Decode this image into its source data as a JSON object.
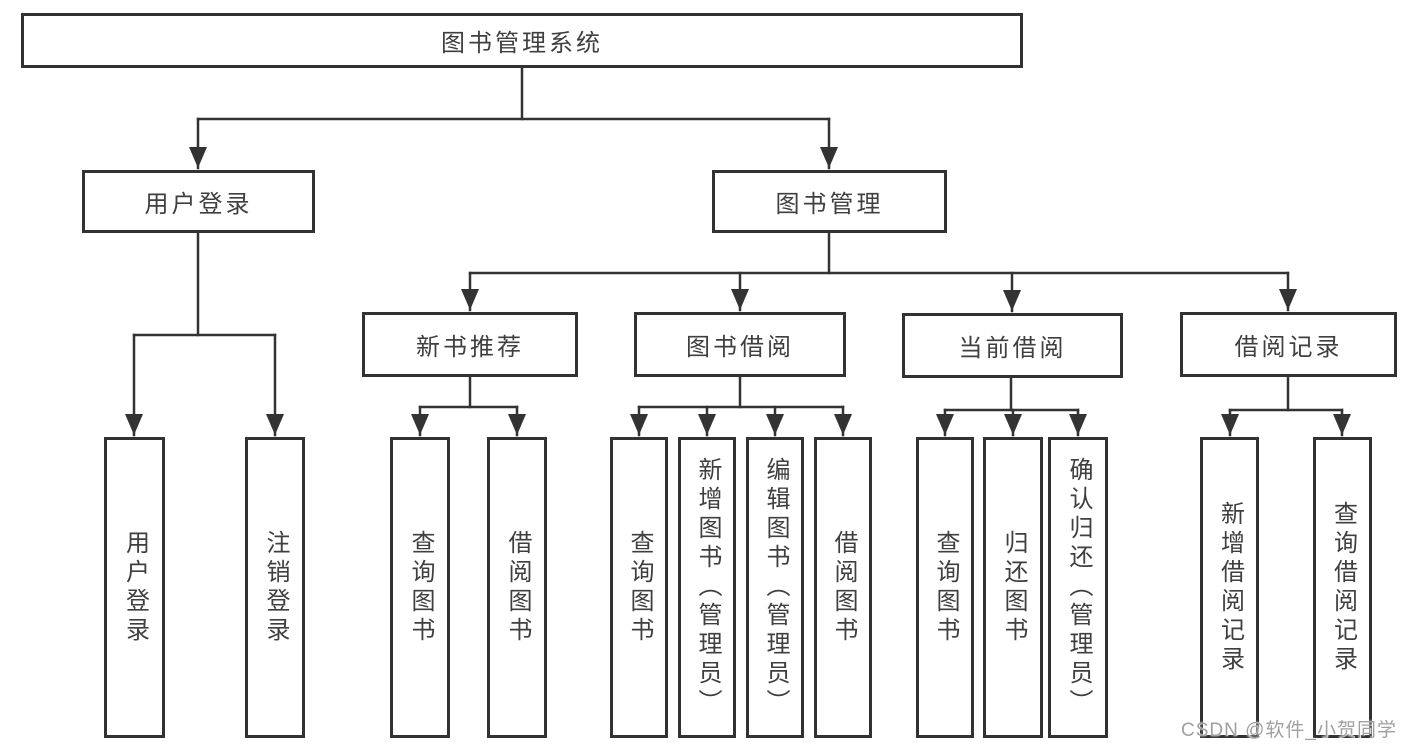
{
  "diagram": {
    "root": {
      "label": "图书管理系统",
      "children": [
        {
          "label": "用户登录",
          "children": [
            {
              "label": "用户登录"
            },
            {
              "label": "注销登录"
            }
          ]
        },
        {
          "label": "图书管理",
          "children": [
            {
              "label": "新书推荐",
              "children": [
                {
                  "label": "查询图书"
                },
                {
                  "label": "借阅图书"
                }
              ]
            },
            {
              "label": "图书借阅",
              "children": [
                {
                  "label": "查询图书"
                },
                {
                  "label": "新增图书（管理员）"
                },
                {
                  "label": "编辑图书（管理员）"
                },
                {
                  "label": "借阅图书"
                }
              ]
            },
            {
              "label": "当前借阅",
              "children": [
                {
                  "label": "查询图书"
                },
                {
                  "label": "归还图书"
                },
                {
                  "label": "确认归还（管理员）"
                }
              ]
            },
            {
              "label": "借阅记录",
              "children": [
                {
                  "label": "新增借阅记录"
                },
                {
                  "label": "查询借阅记录"
                }
              ]
            }
          ]
        }
      ]
    }
  },
  "watermark": {
    "text": "CSDN @软件_小贺同学"
  },
  "colors": {
    "line": "#333333",
    "box_border": "#323232",
    "text": "#3f3f3f",
    "background": "#ffffff",
    "watermark": "#a0a0a0"
  }
}
